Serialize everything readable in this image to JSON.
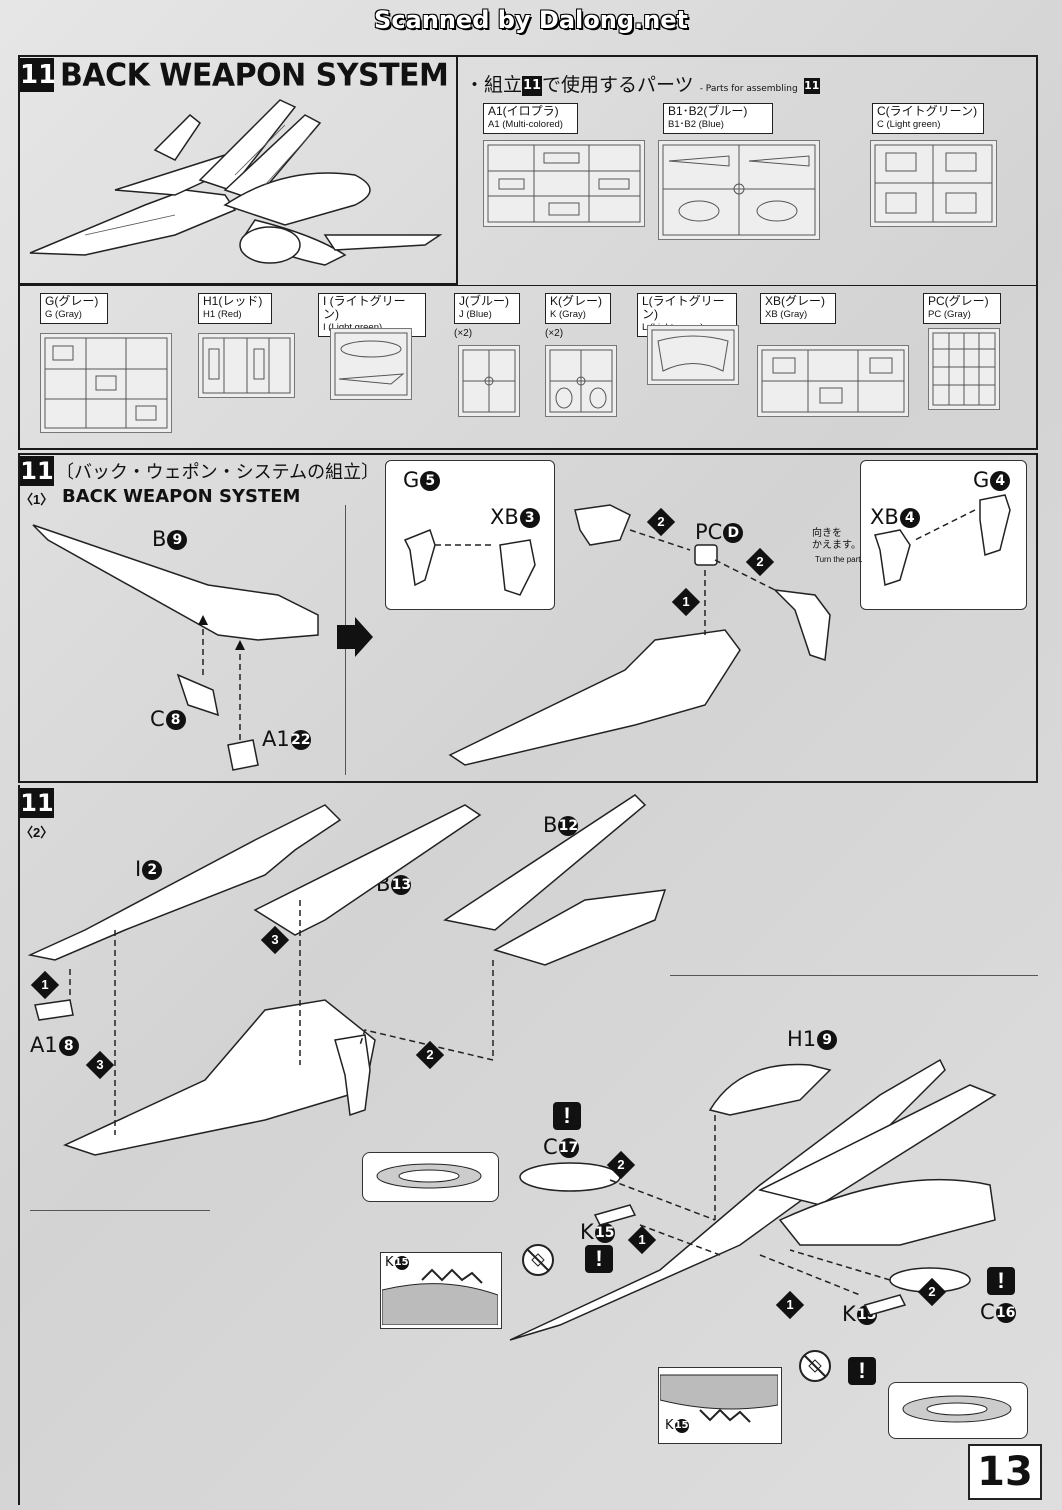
{
  "header": {
    "scanned_by": "Scanned by Dalong.net"
  },
  "section_top": {
    "step_number": "11",
    "title": "BACK WEAPON SYSTEM",
    "parts_heading_jp": "・組立",
    "parts_heading_jp2": "で使用するパーツ",
    "parts_heading_en": "- Parts for assembling",
    "parts": [
      {
        "jp": "A1(イロプラ)",
        "en": "A1 (Multi-colored)"
      },
      {
        "jp": "B1･B2(ブルー)",
        "en": "B1･B2 (Blue)"
      },
      {
        "jp": "C(ライトグリーン)",
        "en": "C (Light green)"
      },
      {
        "jp": "G(グレー)",
        "en": "G (Gray)"
      },
      {
        "jp": "H1(レッド)",
        "en": "H1 (Red)"
      },
      {
        "jp": "I (ライトグリーン)",
        "en": "I (Light green)"
      },
      {
        "jp": "J(ブルー)",
        "en": "J (Blue)",
        "qty": "(×2)"
      },
      {
        "jp": "K(グレー)",
        "en": "K (Gray)",
        "qty": "(×2)"
      },
      {
        "jp": "L(ライトグリーン)",
        "en": "L (Light green)"
      },
      {
        "jp": "XB(グレー)",
        "en": "XB (Gray)"
      },
      {
        "jp": "PC(グレー)",
        "en": "PC (Gray)"
      }
    ]
  },
  "step1": {
    "step_number": "11",
    "title_jp": "〔バック・ウェポン・システムの組立〕",
    "substep": "〈1〉",
    "title_en": "BACK WEAPON SYSTEM",
    "callouts": {
      "b9": "B",
      "b9_n": "9",
      "c8": "C",
      "c8_n": "8",
      "a1_22": "A1",
      "a1_22_n": "22",
      "g5": "G",
      "g5_n": "5",
      "xb3": "XB",
      "xb3_n": "3",
      "pcd": "PC",
      "pcd_n": "D",
      "xb4": "XB",
      "xb4_n": "4",
      "g4": "G",
      "g4_n": "4"
    },
    "turn_note_jp": "向きを\nかえます。",
    "turn_note_en": "Turn the part.",
    "steps": [
      "1",
      "2",
      "2"
    ]
  },
  "step2": {
    "step_number": "11",
    "substep": "〈2〉",
    "callouts": {
      "i2": "I",
      "i2_n": "2",
      "b13": "B",
      "b13_n": "13",
      "b12": "B",
      "b12_n": "12",
      "a1_8": "A1",
      "a1_8_n": "8",
      "h1_9": "H1",
      "h1_9_n": "9",
      "c17": "C",
      "c17_n": "17",
      "k15a": "K",
      "k15a_n": "15",
      "k15b": "K",
      "k15b_n": "15",
      "c16": "C",
      "c16_n": "16",
      "k15_inset1": "K",
      "k15_inset1_n": "15",
      "k15_inset2": "K",
      "k15_inset2_n": "15"
    },
    "warning": "!"
  },
  "page_number": "13"
}
